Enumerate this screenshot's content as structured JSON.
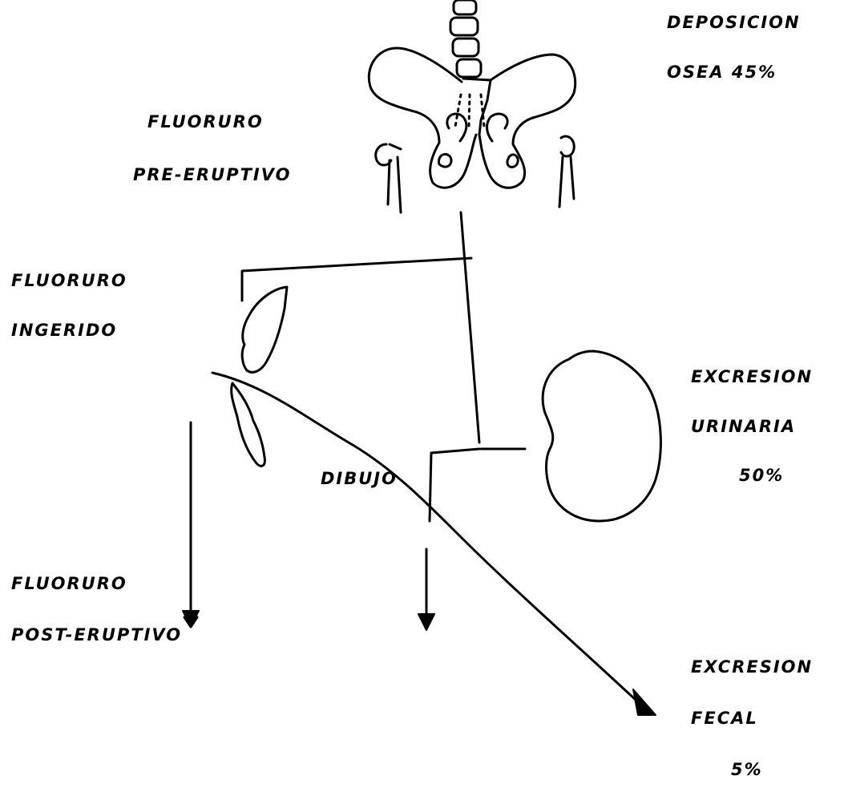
{
  "labels": {
    "deposicion_line1": "DEPOSICION",
    "deposicion_line2": "OSEA 45%",
    "pre_eruptivo_line1": "FLUORURO",
    "pre_eruptivo_line2": "PRE-ERUPTIVO",
    "ingerido_line1": "FLUORURO",
    "ingerido_line2": "INGERIDO",
    "urinaria_line1": "EXCRESION",
    "urinaria_line2": "URINARIA",
    "urinaria_line3": "50%",
    "dibujo": "DIBUJO",
    "post_eruptivo_line1": "FLUORURO",
    "post_eruptivo_line2": "POST-ERUPTIVO",
    "fecal_line1": "EXCRESION",
    "fecal_line2": "FECAL",
    "fecal_line3": "5%"
  },
  "colors": {
    "ink": "#000000",
    "background": "#ffffff"
  }
}
